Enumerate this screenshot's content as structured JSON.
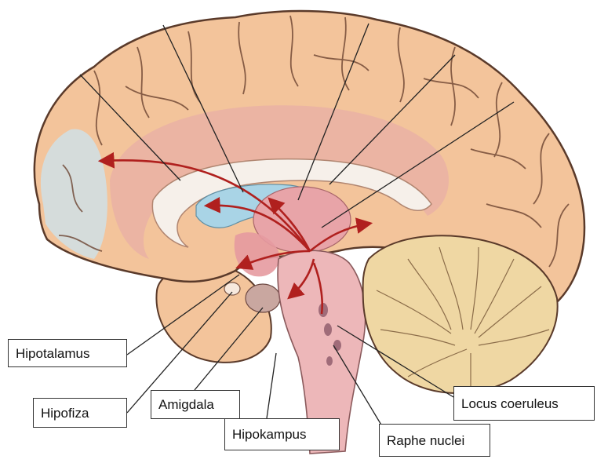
{
  "labels": {
    "hipotalamus": "Hipotalamus",
    "hipofiza": "Hipofiza",
    "amigdala": "Amigdala",
    "hipokampus": "Hipokampus",
    "raphe_nuclei": "Raphe nuclei",
    "locus_coeruleus": "Locus coeruleus"
  },
  "colors": {
    "cortex": "#f3c49b",
    "cortex_outline": "#5a3a2a",
    "frontal_tint": "#cfe0e6",
    "cingulate": "#eab3a4",
    "corpus_callosum": "#f6f0ea",
    "ventricle": "#a9d4e6",
    "thalamus": "#e8a4a8",
    "brainstem": "#edb7b9",
    "cerebellum": "#efd7a3",
    "arrow": "#b0201e",
    "leader": "#222222"
  }
}
